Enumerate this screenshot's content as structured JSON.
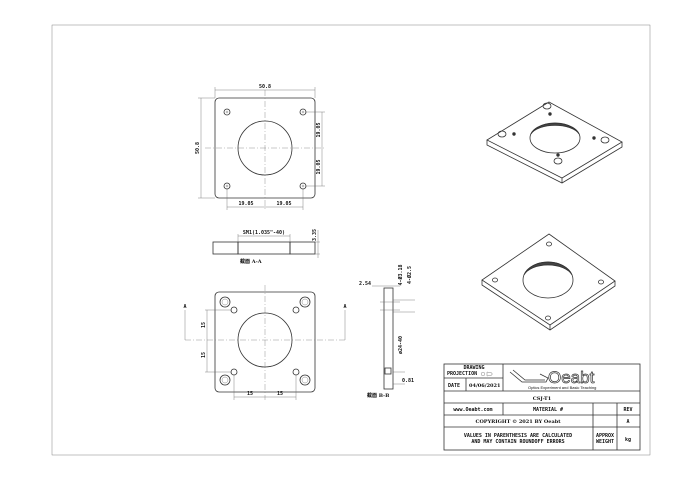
{
  "top_view": {
    "width_dim": "50.8",
    "height_dim": "50.8",
    "right_dim_top": "19.05",
    "right_dim_bottom": "19.05",
    "bottom_dim_left": "19.05",
    "bottom_dim_right": "19.05"
  },
  "section_a": {
    "thread_label": "SM1(1.035\"-40)",
    "thickness_dim": "3.35",
    "label": "截面 A-A"
  },
  "bottom_view": {
    "cut_label_left": "A",
    "cut_label_right": "A",
    "left_dim_top": "15",
    "left_dim_bottom": "15",
    "bottom_dim_left": "15",
    "bottom_dim_right": "15"
  },
  "section_b": {
    "top_dim": "2.54",
    "hole_dim_1": "4-Ø3.18",
    "hole_dim_2": "4-Ø2.5",
    "thread_dim": "ø24-40",
    "bottom_dim": "0.81",
    "label": "截面 B-B"
  },
  "title_block": {
    "drawing_label": "DRAWING",
    "projection_label": "PROJECTION",
    "date_label": "DATE",
    "date": "04/06/2021",
    "logo_text": "Oeabt",
    "logo_tagline": "Optics Experiment and Basic Teaching",
    "part_number": "CSJ-T1",
    "website": "www.Oeabt.com",
    "material_label": "MATERIAL #",
    "rev_label": "REV",
    "copyright": "COPYRIGHT © 2021 BY Oeabt",
    "rev_value": "A",
    "note_line1": "VALUES IN PARENTHESIS ARE CALCULATED",
    "note_line2": "AND MAY CONTAIN ROUNDOFF ERRORS",
    "approx_label": "APPROX",
    "weight_label": "WEIGHT",
    "weight_unit": "kg"
  }
}
